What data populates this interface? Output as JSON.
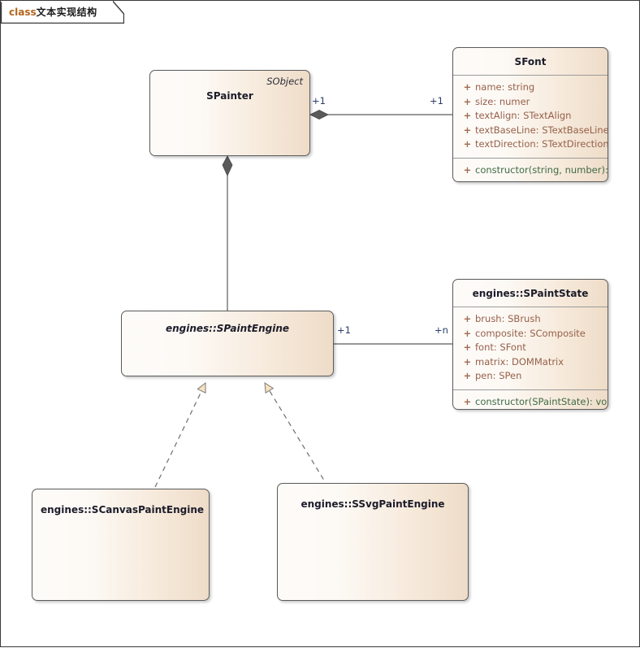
{
  "diagram": {
    "frame_keyword": "class",
    "frame_title": "文本实现结构",
    "colors": {
      "box_fill_light": "#fdfaf6",
      "box_fill_dark": "#eedcc8",
      "box_border": "#5b5b5b",
      "attribute_text": "#96604a",
      "method_text": "#3f6b44",
      "visibility_marker": "#a06a4e",
      "keyword_accent": "#b5651d",
      "label_text": "#2b3d6b",
      "arrowhead_fill": "#f7e2c0",
      "diamond_fill": "#5a5a5a",
      "connector_line": "#5b5b5b"
    }
  },
  "classes": {
    "spainter": {
      "name": "SPainter",
      "stereotype": "SObject",
      "abstract": false
    },
    "sfont": {
      "name": "SFont",
      "abstract": false,
      "attributes": [
        {
          "visibility": "+",
          "text": "name: string"
        },
        {
          "visibility": "+",
          "text": "size: numer"
        },
        {
          "visibility": "+",
          "text": "textAlign: STextAlign"
        },
        {
          "visibility": "+",
          "text": "textBaseLine: STextBaseLine"
        },
        {
          "visibility": "+",
          "text": "textDirection: STextDirection"
        }
      ],
      "methods": [
        {
          "visibility": "+",
          "text": "constructor(string, number): void"
        }
      ]
    },
    "spaintengine": {
      "name": "engines::SPaintEngine",
      "abstract": true
    },
    "spaintstate": {
      "name": "engines::SPaintState",
      "abstract": false,
      "attributes": [
        {
          "visibility": "+",
          "text": "brush: SBrush"
        },
        {
          "visibility": "+",
          "text": "composite: SComposite"
        },
        {
          "visibility": "+",
          "text": "font: SFont"
        },
        {
          "visibility": "+",
          "text": "matrix: DOMMatrix"
        },
        {
          "visibility": "+",
          "text": "pen: SPen"
        }
      ],
      "methods": [
        {
          "visibility": "+",
          "text": "constructor(SPaintState): void"
        }
      ]
    },
    "scanvaspaintengine": {
      "name": "engines::SCanvasPaintEngine",
      "abstract": false
    },
    "ssvgpaintengine": {
      "name": "engines::SSvgPaintEngine",
      "abstract": false
    }
  },
  "relationships": [
    {
      "id": "painter-font",
      "type": "composition",
      "source": "spainter",
      "target": "sfont",
      "source_multiplicity": "+1",
      "target_multiplicity": "+1"
    },
    {
      "id": "painter-engine",
      "type": "composition",
      "source": "spainter",
      "target": "spaintengine",
      "source_multiplicity": "",
      "target_multiplicity": ""
    },
    {
      "id": "engine-state",
      "type": "composition",
      "source": "spaintengine",
      "target": "spaintstate",
      "source_multiplicity": "+1",
      "target_multiplicity": "+n"
    },
    {
      "id": "canvas-realizes-engine",
      "type": "realization",
      "source": "scanvaspaintengine",
      "target": "spaintengine"
    },
    {
      "id": "svg-realizes-engine",
      "type": "realization",
      "source": "ssvgpaintengine",
      "target": "spaintengine"
    }
  ],
  "edge_labels": {
    "painter_font_left": "+1",
    "painter_font_right": "+1",
    "engine_state_left": "+1",
    "engine_state_right": "+n"
  }
}
